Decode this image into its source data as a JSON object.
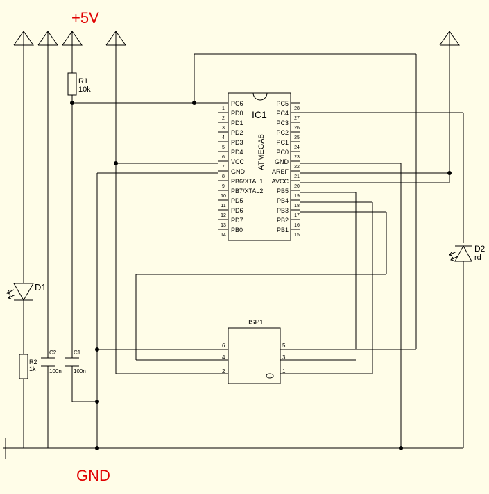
{
  "power_label": "+5V",
  "ground_label": "GND",
  "ic": {
    "ref": "IC1",
    "part": "ATMEGA8",
    "left_pins": [
      {
        "num": "1",
        "name": "PC6"
      },
      {
        "num": "2",
        "name": "PD0"
      },
      {
        "num": "3",
        "name": "PD1"
      },
      {
        "num": "4",
        "name": "PD2"
      },
      {
        "num": "5",
        "name": "PD3"
      },
      {
        "num": "6",
        "name": "PD4"
      },
      {
        "num": "7",
        "name": "VCC"
      },
      {
        "num": "8",
        "name": "GND"
      },
      {
        "num": "9",
        "name": "PB6/XTAL1"
      },
      {
        "num": "10",
        "name": "PB7/XTAL2"
      },
      {
        "num": "11",
        "name": "PD5"
      },
      {
        "num": "12",
        "name": "PD6"
      },
      {
        "num": "13",
        "name": "PD7"
      },
      {
        "num": "14",
        "name": "PB0"
      }
    ],
    "right_pins": [
      {
        "num": "28",
        "name": "PC5"
      },
      {
        "num": "27",
        "name": "PC4"
      },
      {
        "num": "26",
        "name": "PC3"
      },
      {
        "num": "25",
        "name": "PC2"
      },
      {
        "num": "24",
        "name": "PC1"
      },
      {
        "num": "23",
        "name": "PC0"
      },
      {
        "num": "22",
        "name": "GND"
      },
      {
        "num": "21",
        "name": "AREF"
      },
      {
        "num": "20",
        "name": "AVCC"
      },
      {
        "num": "19",
        "name": "PB5"
      },
      {
        "num": "18",
        "name": "PB4"
      },
      {
        "num": "17",
        "name": "PB3"
      },
      {
        "num": "16",
        "name": "PB2"
      },
      {
        "num": "15",
        "name": "PB1"
      }
    ]
  },
  "isp": {
    "ref": "ISP1",
    "pins": {
      "p1": "1",
      "p2": "2",
      "p3": "3",
      "p4": "4",
      "p5": "5",
      "p6": "6"
    }
  },
  "r1": {
    "ref": "R1",
    "value": "10k"
  },
  "r2": {
    "ref": "R2",
    "value": "1k"
  },
  "c1": {
    "ref": "C1",
    "value": "100n"
  },
  "c2": {
    "ref": "C2",
    "value": "100n"
  },
  "d1": {
    "ref": "D1"
  },
  "d2": {
    "ref": "D2",
    "value": "rd"
  }
}
